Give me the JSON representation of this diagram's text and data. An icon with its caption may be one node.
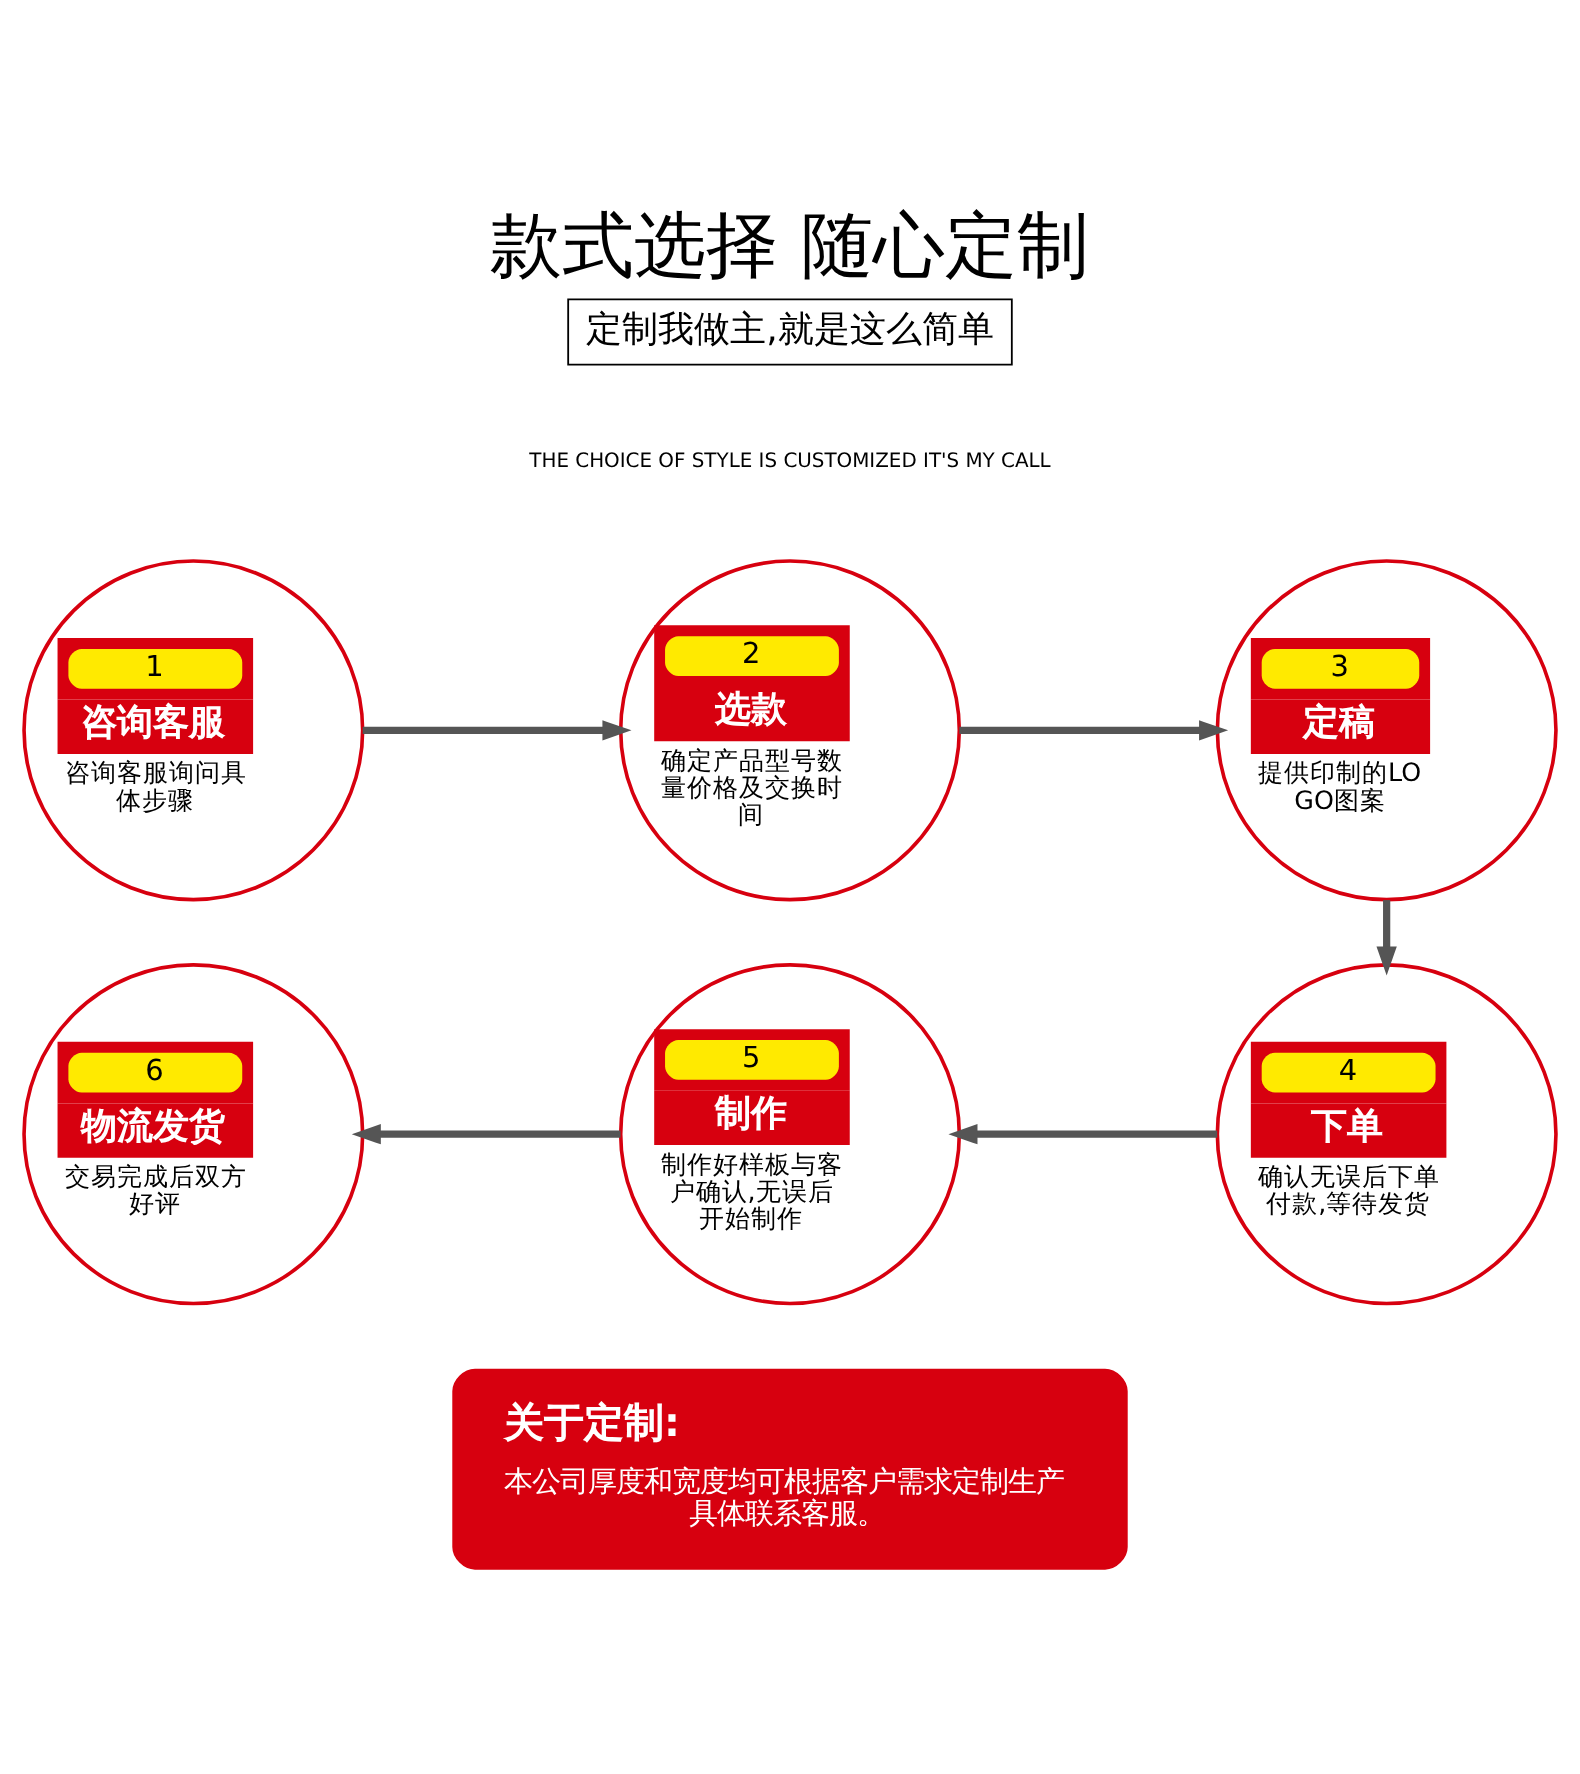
{
  "diagram": {
    "title": "款式选择 随心定制",
    "nodes": [
      {
        "text": [
          "1",
          "咨询客服",
          "咨询客服询问具体步骤"
        ]
      },
      {
        "text": [
          "2",
          "选款",
          "确定产品型号数量价格及交换时间"
        ]
      },
      {
        "text": [
          "3",
          "定稿",
          "提供印制的LOGO图案"
        ]
      },
      {
        "text": [
          "4",
          "下单",
          "确认无误后下单付款,等待发货"
        ]
      },
      {
        "text": [
          "5",
          "制作",
          "制作好样板与客户确认,无误后开始制作"
        ]
      },
      {
        "text": [
          "6",
          "物流发货",
          "交易完成后双方好评"
        ]
      },
      {
        "text": [
          "关于定制:",
          "本公司厚度和宽度均可根据客户需求定制生产具体联系客服。"
        ]
      }
    ],
    "edges": [
      {
        "from": 0,
        "to": 1,
        "arrow": "to"
      },
      {
        "from": 1,
        "to": 2,
        "arrow": "to"
      },
      {
        "from": 2,
        "to": 3,
        "arrow": "to"
      },
      {
        "from": 3,
        "to": 4,
        "arrow": "to"
      },
      {
        "from": 4,
        "to": 5,
        "arrow": "to"
      }
    ],
    "labels": [
      "定制我做主,就是这么简单",
      "THE CHOICE OF STYLE IS CUSTOMIZED IT'S MY CALL"
    ]
  }
}
